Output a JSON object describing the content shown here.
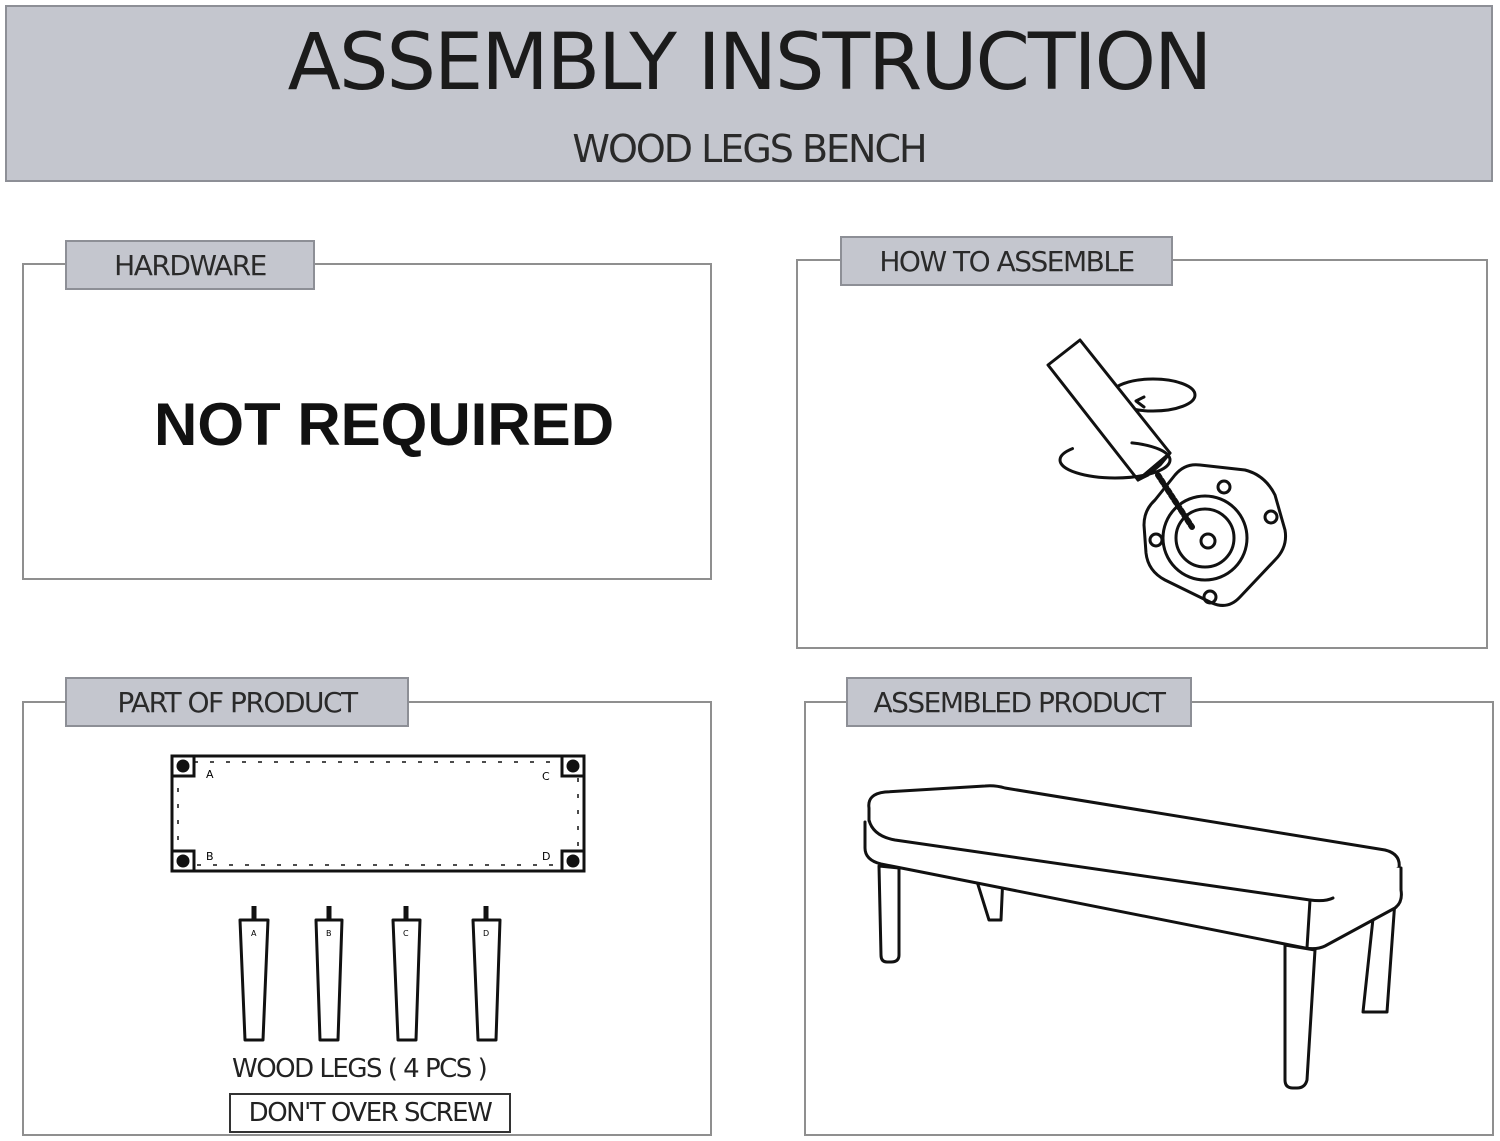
{
  "header": {
    "title": "ASSEMBLY INSTRUCTION",
    "subtitle": "WOOD LEGS BENCH"
  },
  "panels": {
    "hardware": {
      "tab_label": "HARDWARE",
      "body_text": "NOT REQUIRED"
    },
    "how_to_assemble": {
      "tab_label": "HOW TO ASSEMBLE",
      "illustration": "leg-screw-into-mounting-plate-icon"
    },
    "part_of_product": {
      "tab_label": "PART OF PRODUCT",
      "seat_corner_labels": [
        "A",
        "C",
        "B",
        "D"
      ],
      "leg_labels": [
        "A",
        "B",
        "C",
        "D"
      ],
      "legs_caption": "WOOD LEGS ( 4 PCS )",
      "warning": "DON'T OVER SCREW"
    },
    "assembled_product": {
      "tab_label": "ASSEMBLED PRODUCT",
      "illustration": "assembled-bench-icon"
    }
  },
  "colors": {
    "header_fill": "#c4c6ce",
    "border": "#8f8f8f",
    "ink": "#1a1a1a"
  }
}
